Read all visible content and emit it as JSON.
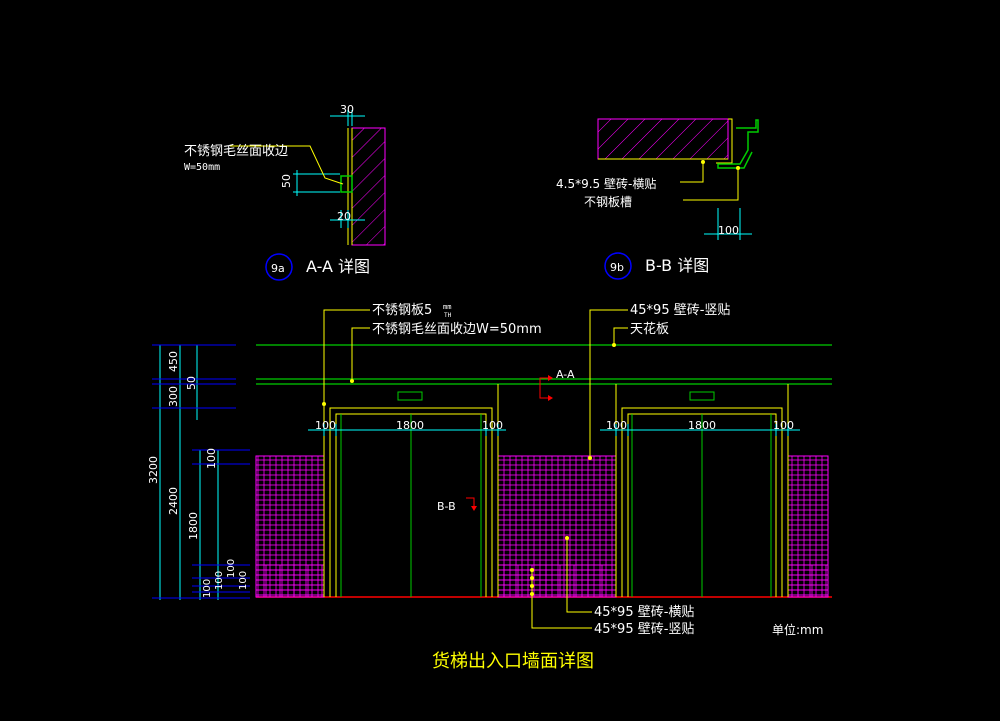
{
  "title": "货梯出入口墙面详图",
  "unit_label": "单位:mm",
  "colors": {
    "background": "#000000",
    "green": "#00cc00",
    "yellow": "#ffff00",
    "white": "#ffffff",
    "cyan": "#00ffff",
    "magenta": "#ff00ff",
    "red": "#ff0000",
    "blue": "#0000ff"
  },
  "detail_aa": {
    "badge": "9a",
    "title": "A-A 详图",
    "note_line1": "不锈钢毛丝面收边",
    "note_line2": "W=50mm",
    "dim_top": "30",
    "dim_mid": "50",
    "dim_bottom": "20"
  },
  "detail_bb": {
    "badge": "9b",
    "title": "B-B 详图",
    "note_tile": "4.5*9.5 壁砖-横贴",
    "note_groove": "不钢板槽",
    "dim_bottom": "100"
  },
  "elevation": {
    "callout_steel_plate": "不锈钢板5",
    "callout_steel_plate_sup": "mm",
    "callout_steel_plate_sub": "TH",
    "callout_edge": "不锈钢毛丝面收边W=50mm",
    "callout_tile_vertical_top": "45*95 壁砖-竖贴",
    "callout_ceiling": "天花板",
    "section_aa": "A-A",
    "section_bb": "B-B",
    "door1_dims": [
      "100",
      "1800",
      "100"
    ],
    "door2_dims": [
      "100",
      "1800",
      "100"
    ],
    "left_dims_outer": [
      "3200"
    ],
    "left_dims_mid": [
      "450",
      "300",
      "2400"
    ],
    "left_dims_inner": [
      "50",
      "100",
      "1800",
      "100",
      "100",
      "100",
      "100"
    ],
    "callout_tile_horizontal": "45*95 壁砖-横贴",
    "callout_tile_vertical_bottom": "45*95 壁砖-竖贴"
  }
}
